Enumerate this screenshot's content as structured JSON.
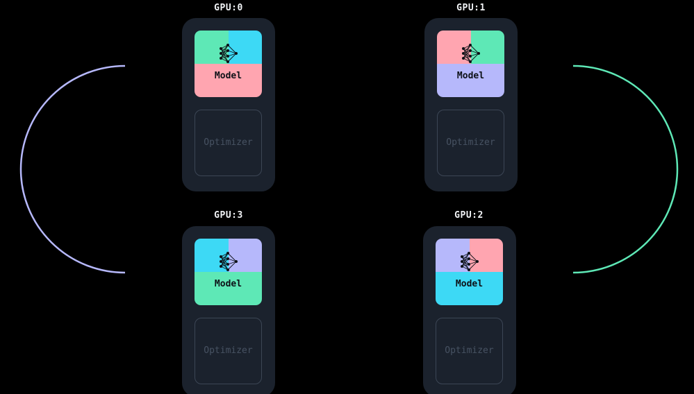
{
  "colors": {
    "background": "#000000",
    "card": "#1b222d",
    "green": "#5ee8b6",
    "cyan": "#3dd9f5",
    "pink": "#ffa5b0",
    "lavender": "#b6b8fb"
  },
  "gpus": [
    {
      "id": "gpu0",
      "label": "GPU:0",
      "model_label": "Model",
      "optimizer_label": "Optimizer",
      "quadrants": {
        "top_left": "green",
        "top_right": "cyan",
        "bottom": "pink"
      }
    },
    {
      "id": "gpu1",
      "label": "GPU:1",
      "model_label": "Model",
      "optimizer_label": "Optimizer",
      "quadrants": {
        "top_left": "pink",
        "top_right": "green",
        "bottom": "lavender"
      }
    },
    {
      "id": "gpu3",
      "label": "GPU:3",
      "model_label": "Model",
      "optimizer_label": "Optimizer",
      "quadrants": {
        "top_left": "cyan",
        "top_right": "lavender",
        "bottom": "green"
      }
    },
    {
      "id": "gpu2",
      "label": "GPU:2",
      "model_label": "Model",
      "optimizer_label": "Optimizer",
      "quadrants": {
        "top_left": "lavender",
        "top_right": "pink",
        "bottom": "cyan"
      }
    }
  ],
  "ring": {
    "icon": "ring-allreduce-connection",
    "gradient_colors": [
      "#b6b8fb",
      "#3dd9f5",
      "#5ee8b6",
      "#ffa5b0"
    ]
  }
}
